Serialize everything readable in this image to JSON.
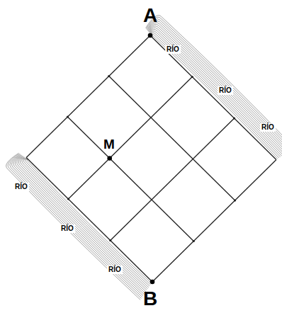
{
  "diagram": {
    "labels": [
      "A",
      "RÍO",
      "RÍO",
      "RÍO",
      "M",
      "RÍO",
      "RÍO",
      "RÍO",
      "B"
    ]
  }
}
